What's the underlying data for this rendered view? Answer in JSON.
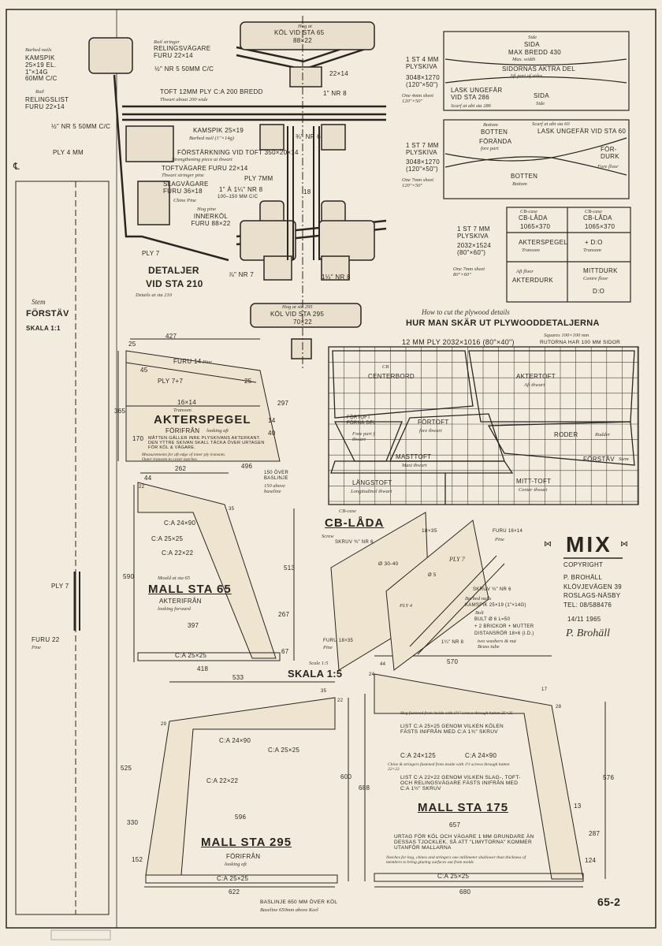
{
  "sheet_number": "65-2",
  "stem": {
    "label_en": "Stem",
    "title": "FÖRSTÄV",
    "scale": "SKALA 1:1",
    "ply": "PLY 7",
    "furu": "FURU 22",
    "furu_en": "Pine",
    "centerline": "℄"
  },
  "details": {
    "title": "DETALJER",
    "subtitle": "VID STA 210",
    "subtitle_en": "Details at sta 210",
    "barbed_en": "Barbed nails",
    "kamspik": "KAMSPIK 25×19 EL. 1\"×14g 60MM c/c",
    "rail_stringer_en": "Rail stringer",
    "relingsvagare": "RELINGSVÄGARE FURU 22×14",
    "screw1": "½\" NR 5 50MM c/c",
    "rail_en": "Rail",
    "relingslist": "RELINGSLIST FURU 22×14",
    "screw2": "½\" NR 5 50MM c/c",
    "ply4": "PLY 4 MM",
    "toft": "TOFT 12MM PLY C:A 200 BREDD",
    "toft_en": "Thwart  about 200 wide",
    "kamspik2": "KAMSPIK 25×19",
    "kamspik2_en": "Barbed nail (1\"×14g)",
    "forstarkning": "FÖRSTÄRKNING VID TOFT 350×20×14",
    "forstarkning_en": "Strengthening piece at thwart",
    "toftvagare": "TOFTVÄGARE FURU 22×14",
    "toftvagare_en": "Thwart stringer pine",
    "slagvagare": "SLAGVÄGARE FURU 36×18",
    "slagvagare_en": "Chine Pine",
    "ply7mm": "PLY 7MM",
    "screw3": "1\" À 1¼\" NR 8",
    "screw3b": "100–150 MM c/c",
    "innerkol_en": "Hog pine",
    "innerkol": "INNERKÖL FURU 88×22",
    "dim18": "18",
    "ply7": "PLY 7",
    "screw4": "⅞\" NR 7",
    "screw5": "1¼\" NR 8",
    "screw6": "1\" NR 8",
    "screw7": "¾\" NR 6",
    "kol65": "KÖL VID STA 65",
    "kol65_dim": "88×22",
    "kol65_en": "Hog at",
    "dim22x14": "22×14",
    "kol295": "KÖL VID STA 295",
    "kol295_dim": "70×22",
    "kol295_en": "Hog at sta 295"
  },
  "plywood": {
    "sheet1": {
      "qty": "1 ST 4 MM PLYSKIVA",
      "size": "3048×1270",
      "size_in": "(120\"×50\")",
      "en": "One 4mm sheet 120\"×50\"",
      "side_en": "Side",
      "sida": "SIDA",
      "max": "MAX BREDD 430",
      "max_en": "Max. width",
      "aft": "SIDORNAS AKTRA DEL",
      "aft_en": "Aft part of sides",
      "lask": "LASK UNGEFÄR VID STA 286",
      "lask_en": "Scarf at abt sta 286",
      "sida2": "SIDA",
      "sida2_en": "Side"
    },
    "sheet2": {
      "qty": "1 ST 7 MM PLYSKIVA",
      "size": "3048×1270",
      "size_in": "(120\"×50\")",
      "en": "One 7mm sheet 120\"×50\"",
      "botten_en": "Bottom",
      "botten": "BOTTEN",
      "foranda": "FÖRÄNDA",
      "foranda_en": "fore part",
      "lask": "LASK UNGEFÄR VID STA 60",
      "lask_en": "Scarf at abt sta 60",
      "fordurk": "FÖR-DURK",
      "fordurk_en": "Fore floor",
      "botten2": "BOTTEN",
      "botten2_en": "Bottom"
    },
    "sheet3": {
      "qty": "1 ST 7 MM PLYSKIVA",
      "size": "2032×1524",
      "size_in": "(80\"×60\")",
      "en": "One 7mm sheet 80\"×60\"",
      "cb1_en": "CB-case",
      "cb1": "CB-LÅDA",
      "cb1_dim": "1065×370",
      "cb2_en": "CB-case",
      "cb2": "CB-LÅDA",
      "cb2_dim": "1065×370",
      "akterspegel": "AKTERSPEGEL",
      "akterspegel_en": "Transom",
      "dio": "+ D:O",
      "dio_en": "Transom",
      "akterdurk_en": "Aft floor",
      "akterdurk": "AKTERDURK",
      "mittdurk": "MITTDURK",
      "mittdurk_en": "Centre floor",
      "dio2": "D:O"
    },
    "heading_en": "How to cut the plywood details",
    "heading": "HUR MAN SKÄR UT PLYWOODDETALJERNA",
    "sheet4": {
      "title": "12 MM PLY 2032×1016 (80\"×40\")",
      "squares_en": "Squares 100×100 mm",
      "squares": "RUTORNA HAR 100 MM SIDOR",
      "cb": "CB",
      "centerbord": "CENTERBORD",
      "aktertoft": "AKTERTOFT",
      "aktertoft_en": "Aft thwart",
      "fortoft_del": "FÖRTOFT FÖRNÄ DEL",
      "fortoft_del_en": "Fore part f. thwart",
      "fortoft": "FÖRTOFT",
      "fortoft_en": "fore thwart",
      "roder": "RODER",
      "roder_en": "Rudder",
      "masttoft": "MASTTOFT",
      "masttoft_en": "Mast thwart",
      "forstav": "FÖRSTÄV",
      "forstav_en": "Stem",
      "langstoft": "LÄNGSTOFT",
      "langstoft_en": "Longitudinal thwart",
      "mitttoft": "MITT-TOFT",
      "mitttoft_en": "Center thwart"
    }
  },
  "transom": {
    "dim427": "427",
    "dim25": "25",
    "furu": "FURU 14",
    "furu_en": "Pine",
    "dim45": "45",
    "ply": "PLY 7+7",
    "dim25b": "25",
    "dim16x14": "16×14",
    "title_en": "Transom",
    "title": "AKTERSPEGEL",
    "view": "FÖRIFRÅN",
    "view_en": "looking aft",
    "dim365": "365",
    "dim170": "170",
    "dim297": "297",
    "dim14": "14",
    "dim40": "40",
    "dim496": "496",
    "note": "MÅTTEN GÄLLER INRE PLYSKIVANS AKTERKANT. DEN YTTRE SKIVAN SKALL TÄCKA ÖVER URTAGEN FÖR KÖL & VÄGARE.",
    "note_en": "Measurements for aft edge of inner ply transom. Outer transom to cover notches.",
    "baseline": "150 ÖVER BASLINJE",
    "baseline_en": "150 above baseline"
  },
  "mall65": {
    "dim262": "262",
    "dim44": "44",
    "dim22": "22",
    "dim35": "35",
    "c1": "C:A 24×90",
    "c2": "C:A 25×25",
    "c3": "C:A 22×22",
    "dim590": "590",
    "dim513": "513",
    "dim267": "267",
    "dim67": "67",
    "dim397": "397",
    "dim418": "418",
    "title_en": "Mould at sta 65",
    "title": "MALL STA 65",
    "view": "AKTERIFRÅN",
    "view_en": "looking forward",
    "base": "C:A 25×25"
  },
  "cb_box": {
    "title_en": "CB-case",
    "title": "CB-LÅDA",
    "screw_en": "Screw",
    "screw": "SKRUV ¾\" NR 6",
    "d1830": "18×35",
    "hole": "Ø 30-40",
    "ply7": "PLY 7",
    "furu": "FURU 16×14",
    "furu_en": "Pine",
    "d5": "Ø 5",
    "screw2": "SKRUV ¾\" NR 6",
    "barbed_en": "Barbed nails",
    "kamspik": "KAMSPIK 25×19 (1\"×14g)",
    "bolt_en": "Bolt",
    "bolt": "BULT Ø 6 L=50",
    "washers": "+ 2 BRICKOR + MUTTER",
    "distans": "DISTANSRÖR 18×6 (I.D.)",
    "distans_en": "two washers & nut  Brass tube",
    "screw3": "1¼\" NR 8",
    "furu2": "FURU 18×35",
    "furu2_en": "Pine",
    "ply4": "PLY 4"
  },
  "title_block": {
    "brand": "MIX",
    "copyright": "COPYRIGHT",
    "name": "P. BROHÄLL",
    "street": "KLÖVJEVÄGEN 39",
    "city": "ROSLAGS-NÄSBY",
    "tel": "TEL: 08/588476",
    "date": "14/11 1965",
    "signature": "P. Brohäll"
  },
  "scale": {
    "label_en": "Scale 1:5",
    "label": "SKALA 1:5"
  },
  "mall295": {
    "dim533": "533",
    "dim35": "35",
    "dim22": "22",
    "dim29": "29",
    "c1": "C:A 24×90",
    "c2": "C:A 25×25",
    "c3": "C:A 22×22",
    "dim525": "525",
    "dim330": "330",
    "dim152": "152",
    "dim596": "596",
    "dim600": "600",
    "dim688": "688",
    "title": "MALL STA 295",
    "view": "FÖRIFRÅN",
    "view_en": "looking aft",
    "base": "C:A 25×25",
    "dim622": "622",
    "baseline": "BASLINJE 650 MM ÖVER KÖL",
    "baseline_en": "Baseline 650mm above Keel"
  },
  "mall175": {
    "dim570": "570",
    "dim44": "44",
    "dim24": "24",
    "dim17": "17",
    "dim28": "28",
    "note1_en": "Hog fastened from inside with 1¾\" screws through batten 25×25",
    "note1": "LIST C:A 25×25 GENOM VILKEN KÖLEN FÄSTS INIFRÅN MED C:A 1¾\" SKRUV",
    "c1": "C:A 24×125",
    "c2": "C:A 24×90",
    "note2_en": "Chine & stringers fastened from inside with 1½ screws through batten 22×22",
    "note2": "LIST C:A 22×22 GENOM VILKEN SLAG-, TOFT- OCH RELINGSVÄGARE FÄSTS INIFRÅN MED C:A 1½\" SKRUV",
    "title": "MALL STA 175",
    "dim576": "576",
    "dim13": "13",
    "dim657": "657",
    "dim287": "287",
    "dim124": "124",
    "note3": "URTAG FÖR KÖL OCH VÄGARE 1 MM GRUNDARE ÄN DESSAS TJOCKLEK, SÅ ATT \"LIMYTORNA\" KOMMER UTANFÖR MALLARNA",
    "note3_en": "Notches for hog, chines and stringers one millimeter shallower than thickness of members to bring glueing surfaces out from molds",
    "base": "C:A 25×25",
    "dim680": "680"
  }
}
